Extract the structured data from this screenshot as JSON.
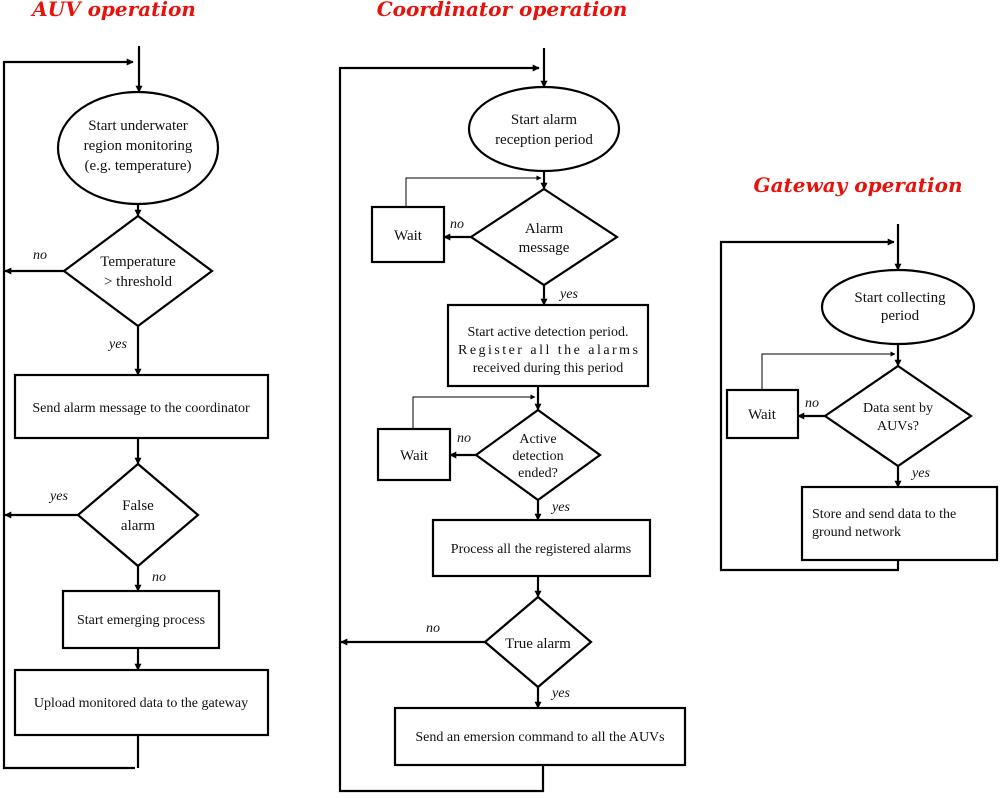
{
  "titles": {
    "auv": "AUV operation",
    "coordinator": "Coordinator operation",
    "gateway": "Gateway operation"
  },
  "auv": {
    "start": [
      "Start underwater",
      "region monitoring",
      "(e.g. temperature)"
    ],
    "decision_temp": [
      "Temperature",
      "> threshold"
    ],
    "no_label": "no",
    "yes_label": "yes",
    "send_alarm": "Send alarm message to the coordinator",
    "decision_false": [
      "False",
      "alarm"
    ],
    "false_yes_label": "yes",
    "false_no_label": "no",
    "emerging": "Start emerging process",
    "upload": "Upload monitored data to the gateway"
  },
  "coordinator": {
    "start": [
      "Start alarm",
      "reception period"
    ],
    "wait1": "Wait",
    "no1": "no",
    "decision_alarm": [
      "Alarm",
      "message"
    ],
    "yes1": "yes",
    "active": [
      "Start active detection period.",
      "Register all the alarms",
      "received during this period"
    ],
    "wait2": "Wait",
    "no2": "no",
    "decision_active": [
      "Active",
      "detection",
      "ended?"
    ],
    "yes2": "yes",
    "process": "Process all the registered alarms",
    "no3": "no",
    "decision_true": [
      "True alarm"
    ],
    "yes3": "yes",
    "emersion": "Send an emersion  command to all the AUVs"
  },
  "gateway": {
    "start": [
      "Start collecting",
      "period"
    ],
    "wait": "Wait",
    "no": "no",
    "decision_data": [
      "Data sent by",
      "AUVs?"
    ],
    "yes": "yes",
    "store": [
      "Store   and send data to the",
      "ground network"
    ]
  }
}
